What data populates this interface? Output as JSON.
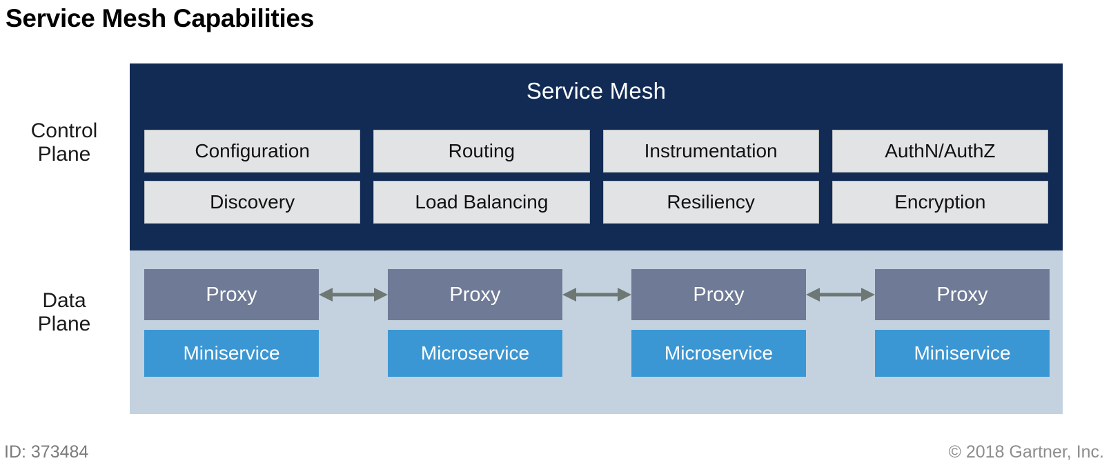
{
  "title": "Service Mesh Capabilities",
  "labels": {
    "control_plane_line1": "Control",
    "control_plane_line2": "Plane",
    "data_plane_line1": "Data",
    "data_plane_line2": "Plane"
  },
  "control_plane": {
    "header": "Service Mesh",
    "rows": [
      [
        "Configuration",
        "Routing",
        "Instrumentation",
        "AuthN/AuthZ"
      ],
      [
        "Discovery",
        "Load Balancing",
        "Resiliency",
        "Encryption"
      ]
    ]
  },
  "data_plane": {
    "columns": [
      {
        "proxy": "Proxy",
        "service": "Miniservice"
      },
      {
        "proxy": "Proxy",
        "service": "Microservice"
      },
      {
        "proxy": "Proxy",
        "service": "Microservice"
      },
      {
        "proxy": "Proxy",
        "service": "Miniservice"
      }
    ],
    "connector_icon": "double-headed-arrow-icon",
    "connector_count": 3
  },
  "footer": {
    "id": "ID: 373484",
    "copyright": "© 2018 Gartner, Inc."
  },
  "colors": {
    "control_plane_bg": "#122b54",
    "capability_box_bg": "#e2e3e4",
    "data_plane_bg": "#c4d2e0",
    "proxy_bg": "#6f7a96",
    "service_bg": "#3b97d3",
    "arrow": "#6d7774",
    "title_text": "#010101",
    "footer_text": "#7b7b7b"
  }
}
